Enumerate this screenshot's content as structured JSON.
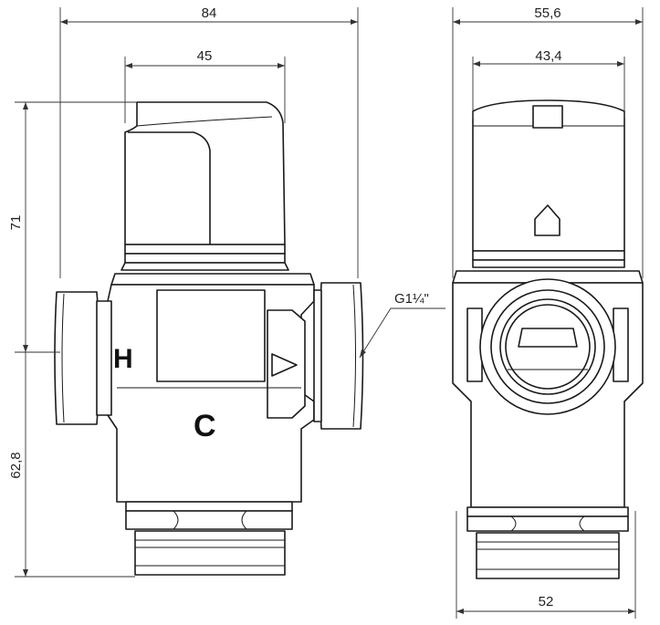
{
  "dimensions": {
    "front_width_total": "84",
    "front_width_cap": "45",
    "front_height_top": "71",
    "front_height_bottom": "62,8",
    "side_width_total": "55,6",
    "side_width_cap": "43,4",
    "side_width_base": "52",
    "thread_label": "G1¼\""
  },
  "body_marks": {
    "hot_letter": "H",
    "cold_letter": "C"
  }
}
